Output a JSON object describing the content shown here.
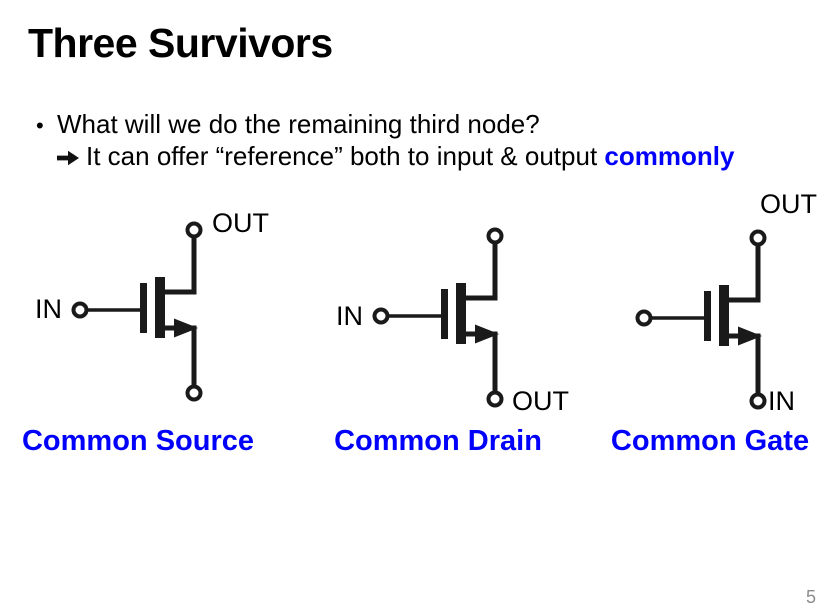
{
  "slide": {
    "title": "Three Survivors",
    "bullet": {
      "marker": "•",
      "line1": "What will we do the remaining third node?",
      "line2_prefix": "It can offer “reference” both to input & output ",
      "line2_highlight": "commonly",
      "arrow_icon": "heavy-right-arrow"
    },
    "diagrams": [
      {
        "caption": "Common Source",
        "input_label": "IN",
        "output_label": "OUT"
      },
      {
        "caption": "Common Drain",
        "input_label": "IN",
        "output_label": "OUT"
      },
      {
        "caption": "Common Gate",
        "input_label": "IN",
        "output_label": "OUT"
      }
    ],
    "page_number": "5",
    "colors": {
      "accent_blue": "#0000FB",
      "ink": "#1A1A1A",
      "page_number_gray": "#8C8C8C"
    }
  }
}
